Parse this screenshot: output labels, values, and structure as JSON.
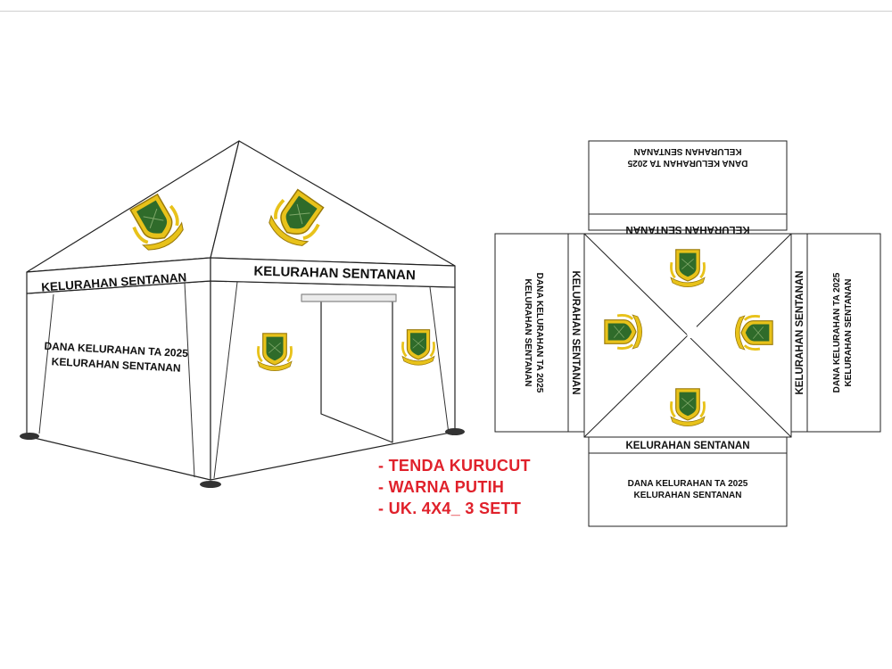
{
  "tent": {
    "roof_banner_left": "KELURAHAN SENTANAN",
    "roof_banner_front": "KELURAHAN SENTANAN",
    "side_wall_text_line1": "DANA KELURAHAN TA 2025",
    "side_wall_text_line2": "KELURAHAN SENTANAN"
  },
  "layout_plan": {
    "top_panel": {
      "banner": "KELURAHAN SENTANAN",
      "text_line1": "DANA KELURAHAN TA 2025",
      "text_line2": "KELURAHAN SENTANAN"
    },
    "left_panel": {
      "banner": "KELURAHAN SENTANAN",
      "text_line1": "DANA KELURAHAN TA 2025",
      "text_line2": "KELURAHAN SENTANAN"
    },
    "right_panel": {
      "banner": "KELURAHAN SENTANAN",
      "text_line1": "DANA KELURAHAN TA 2025",
      "text_line2": "KELURAHAN SENTANAN"
    },
    "bottom_panel": {
      "banner": "KELURAHAN SENTANAN",
      "text_line1": "DANA KELURAHAN TA 2025",
      "text_line2": "KELURAHAN SENTANAN"
    }
  },
  "specs": [
    "- TENDA KURUCUT",
    "- WARNA PUTIH",
    "- UK. 4X4_  3 SETT"
  ],
  "colors": {
    "spec_text": "#e0212b",
    "emblem_gold": "#e8c21a",
    "emblem_green": "#2f6b2a"
  },
  "icons": [
    "emblem-icon"
  ]
}
